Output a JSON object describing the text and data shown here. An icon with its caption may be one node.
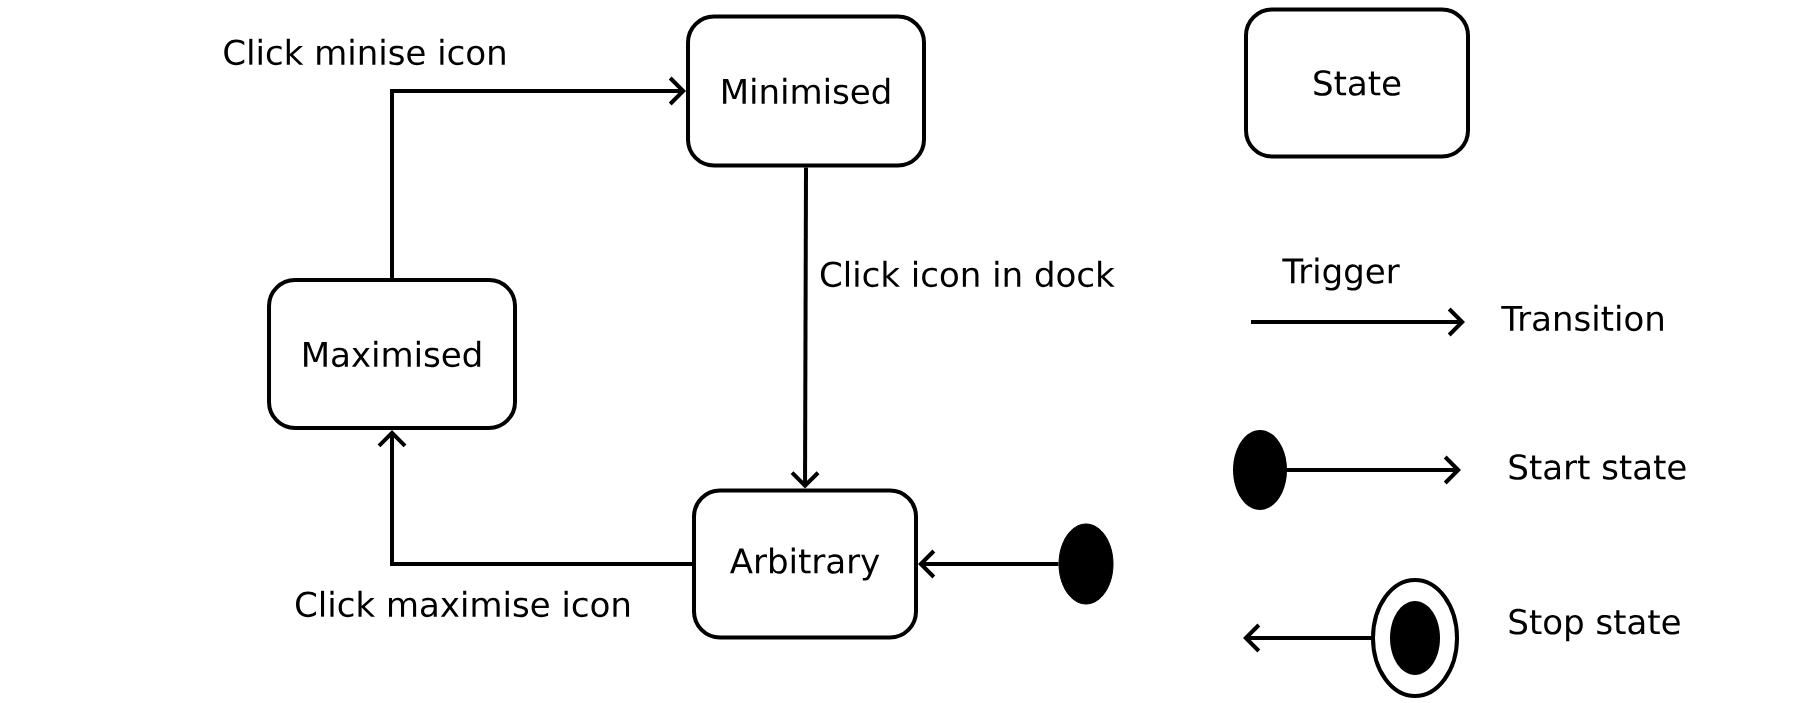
{
  "diagram": {
    "nodes": [
      {
        "text": [
          "Minimised"
        ]
      },
      {
        "text": [
          "Maximised"
        ]
      },
      {
        "text": [
          "Arbitrary"
        ]
      },
      {
        "text": [],
        "shape": "circle"
      },
      {
        "text": [
          "State"
        ]
      }
    ],
    "edges": [
      {
        "from": 1,
        "to": 0,
        "arrow": "to",
        "label": "Click minise icon"
      },
      {
        "from": 0,
        "to": 2,
        "arrow": "to",
        "label": "Click icon in dock"
      },
      {
        "from": 2,
        "to": 1,
        "arrow": "to",
        "label": "Click maximise icon"
      },
      {
        "from": 3,
        "to": 2,
        "arrow": "to"
      }
    ],
    "labels": [
      "Trigger"
    ],
    "legend": [
      {
        "text": "Transition"
      },
      {
        "text": "Start state"
      },
      {
        "text": "Stop state"
      }
    ]
  }
}
